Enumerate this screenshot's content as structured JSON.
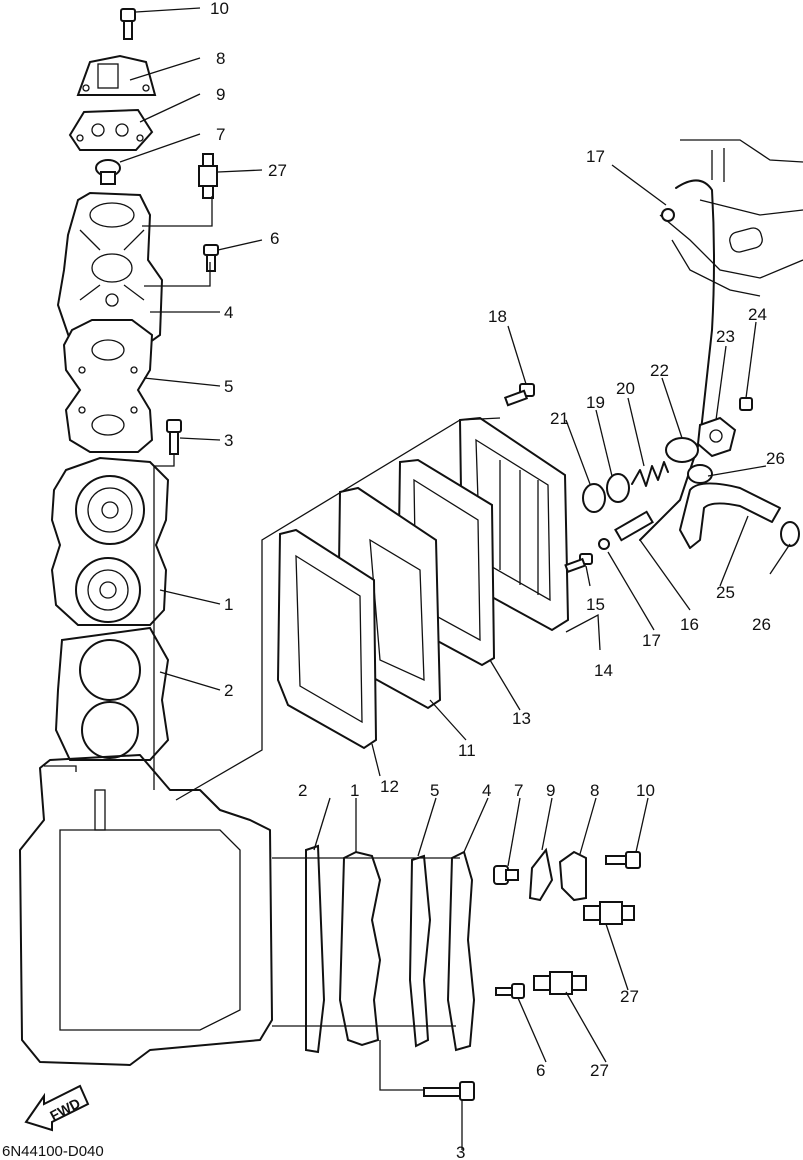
{
  "diagram_code": "6N44100-D040",
  "fwd_label": "FWD",
  "callouts": [
    "10",
    "8",
    "9",
    "7",
    "27",
    "6",
    "4",
    "5",
    "3",
    "1",
    "2",
    "17",
    "18",
    "24",
    "23",
    "19",
    "20",
    "22",
    "21",
    "26",
    "25",
    "16",
    "17",
    "15",
    "14",
    "13",
    "11",
    "12",
    "2",
    "1",
    "5",
    "4",
    "7",
    "9",
    "8",
    "10",
    "27",
    "6",
    "27",
    "3",
    "26"
  ]
}
